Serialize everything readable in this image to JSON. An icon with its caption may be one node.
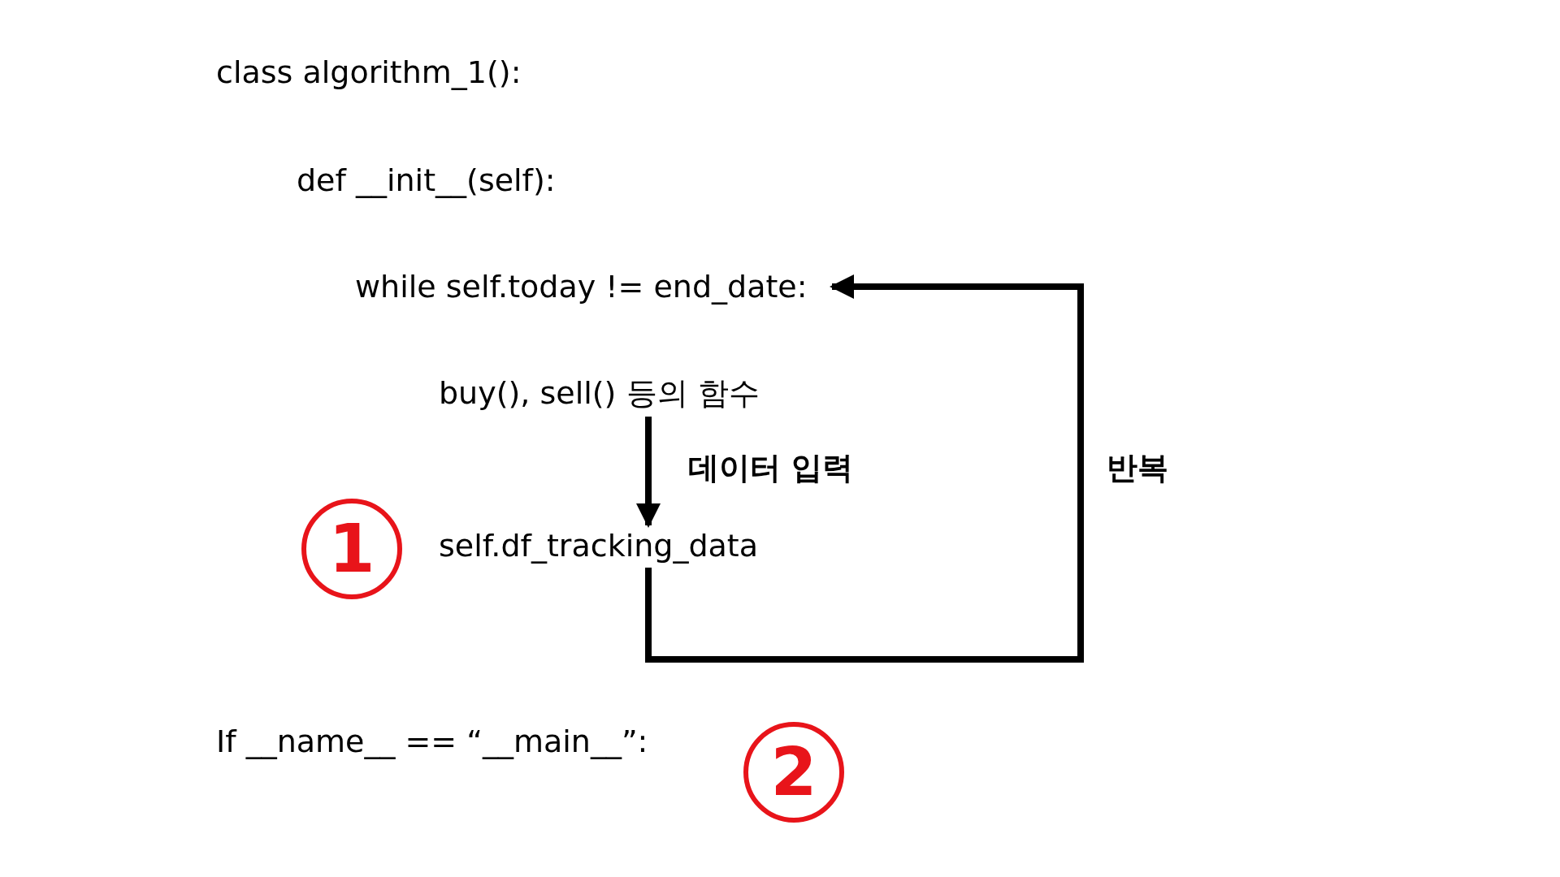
{
  "diagram": {
    "nodes": [
      {
        "text": [
          "class algorithm_1():"
        ]
      },
      {
        "text": [
          "def __init__(self):"
        ]
      },
      {
        "text": [
          "while self.today != end_date:"
        ]
      },
      {
        "text": [
          "buy(), sell() 등의 함수"
        ]
      },
      {
        "text": [
          "self.df_tracking_data"
        ]
      },
      {
        "text": [
          "If __name__ == “__main__”:"
        ]
      }
    ],
    "edges": [
      {
        "from": 3,
        "to": 4,
        "arrow": "to",
        "label": "데이터 입력"
      },
      {
        "from": 4,
        "to": 2,
        "arrow": "to",
        "label": "반복"
      }
    ],
    "labels": [
      "1",
      "2"
    ]
  }
}
